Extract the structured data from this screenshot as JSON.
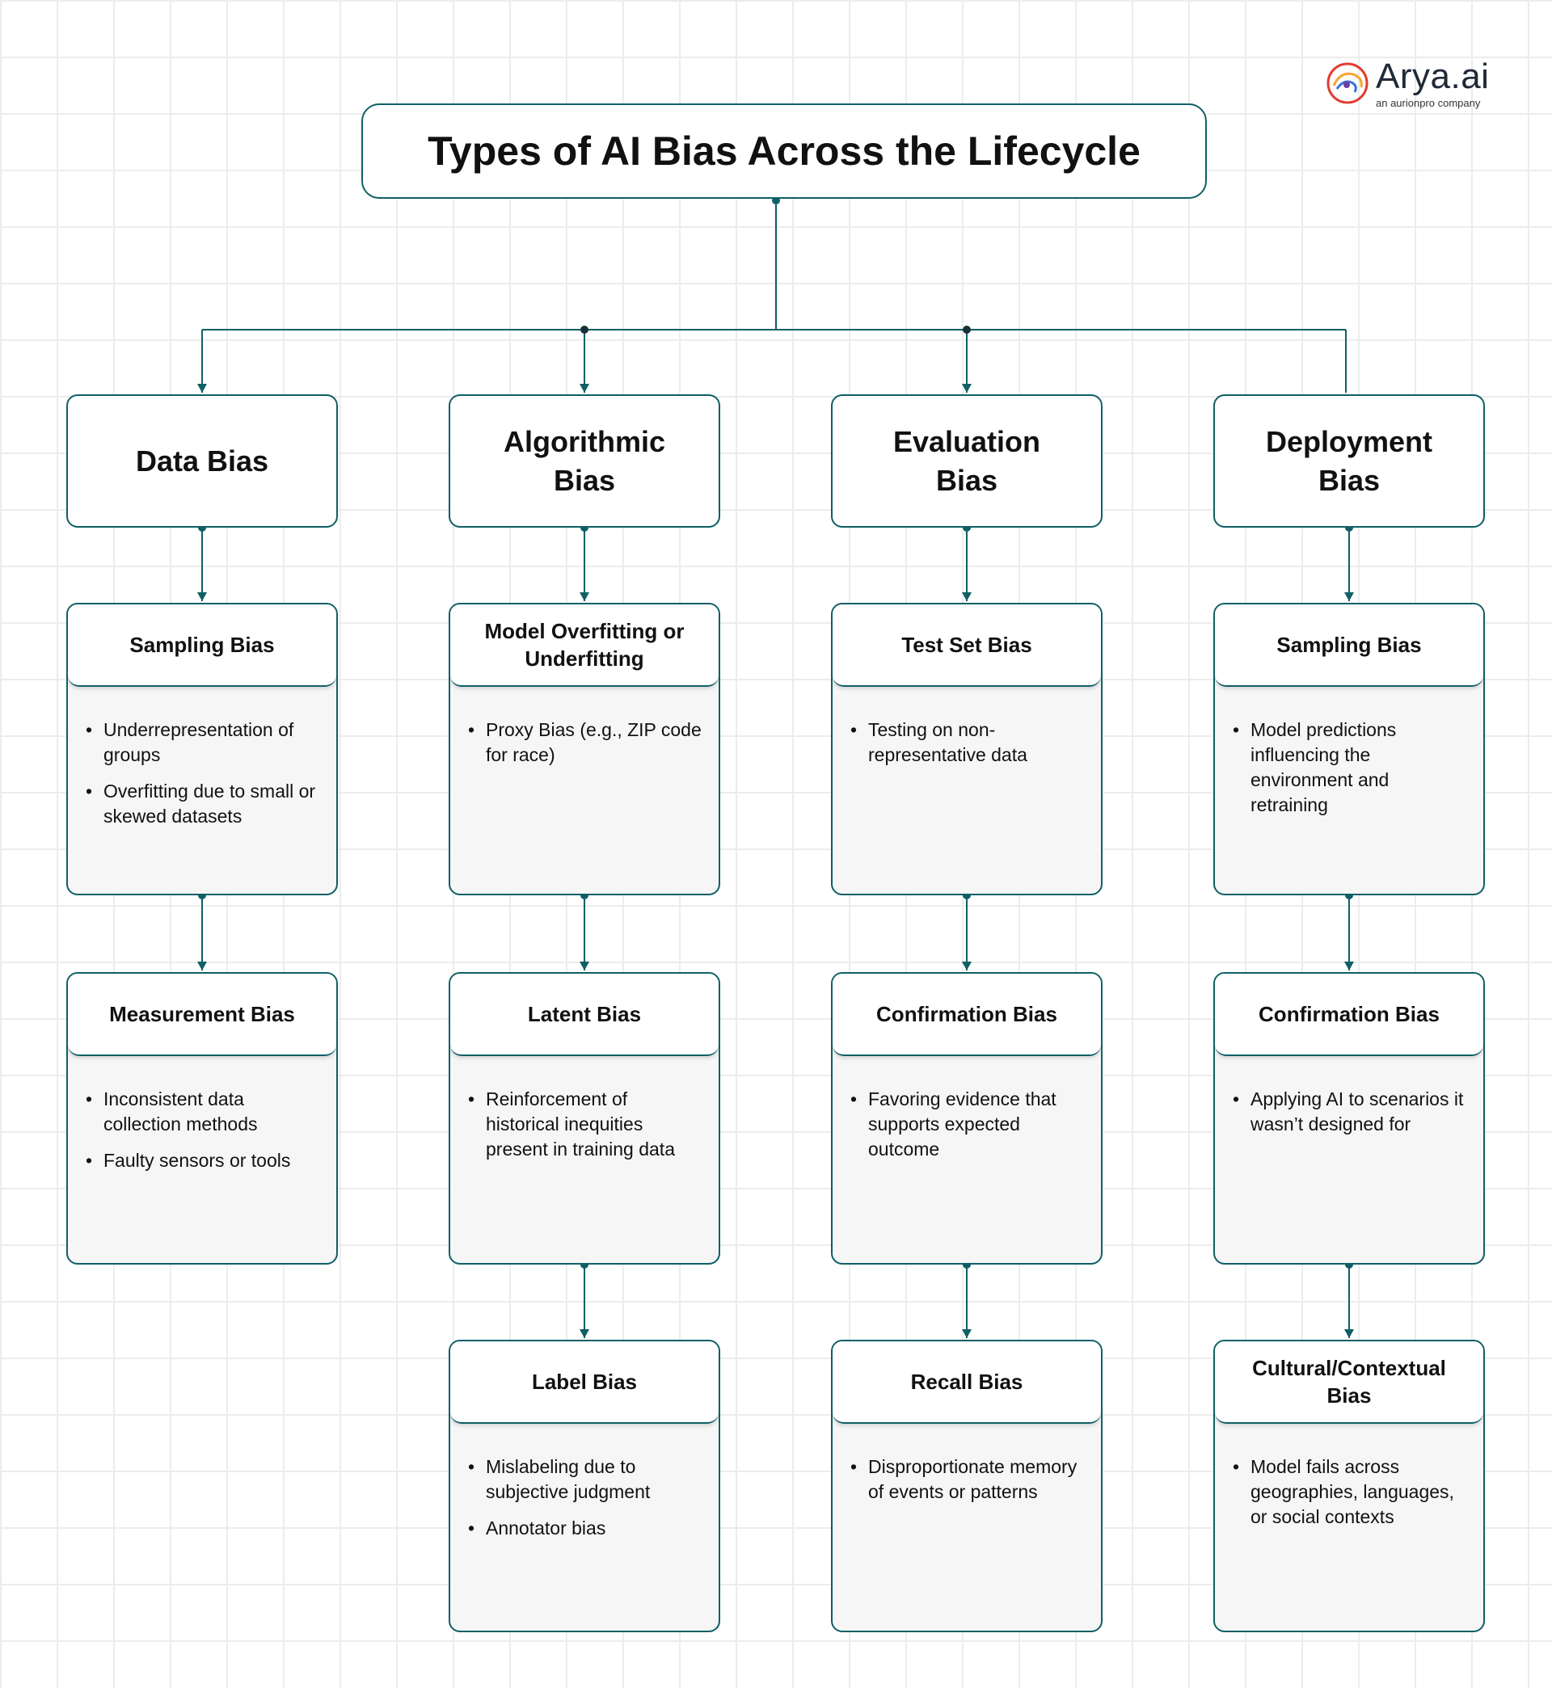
{
  "brand": {
    "name": "Arya.ai",
    "tagline": "an aurionpro company",
    "colors": [
      "#e23b2e",
      "#f7a531",
      "#3c6fd8",
      "#6b3fa0"
    ]
  },
  "title": "Types of AI Bias Across the Lifecycle",
  "accent_color": "#0f5f66",
  "columns": [
    {
      "category": "Data Bias",
      "cards": [
        {
          "heading": "Sampling Bias",
          "bullets": [
            "Underrepresentation of groups",
            "Overfitting due to small or skewed datasets"
          ]
        },
        {
          "heading": "Measurement Bias",
          "bullets": [
            "Inconsistent data collection methods",
            "Faulty sensors or tools"
          ]
        }
      ]
    },
    {
      "category": "Algorithmic Bias",
      "cards": [
        {
          "heading": "Model Overfitting or Underfitting",
          "bullets": [
            "Proxy Bias (e.g., ZIP code for race)"
          ]
        },
        {
          "heading": "Latent Bias",
          "bullets": [
            "Reinforcement of historical inequities present in training data"
          ]
        },
        {
          "heading": "Label Bias",
          "bullets": [
            "Mislabeling due to subjective judgment",
            "Annotator bias"
          ]
        }
      ]
    },
    {
      "category": "Evaluation Bias",
      "cards": [
        {
          "heading": "Test Set Bias",
          "bullets": [
            "Testing on non-representative data"
          ]
        },
        {
          "heading": "Confirmation Bias",
          "bullets": [
            "Favoring evidence that supports expected outcome"
          ]
        },
        {
          "heading": "Recall Bias",
          "bullets": [
            "Disproportionate memory of events or patterns"
          ]
        }
      ]
    },
    {
      "category": "Deployment Bias",
      "cards": [
        {
          "heading": "Sampling Bias",
          "bullets": [
            "Model predictions influencing the environment and retraining"
          ]
        },
        {
          "heading": "Confirmation Bias",
          "bullets": [
            "Applying AI to scenarios it wasn’t designed for"
          ]
        },
        {
          "heading": "Cultural/Contextual Bias",
          "bullets": [
            "Model fails across geographies, languages, or social contexts"
          ]
        }
      ]
    }
  ]
}
